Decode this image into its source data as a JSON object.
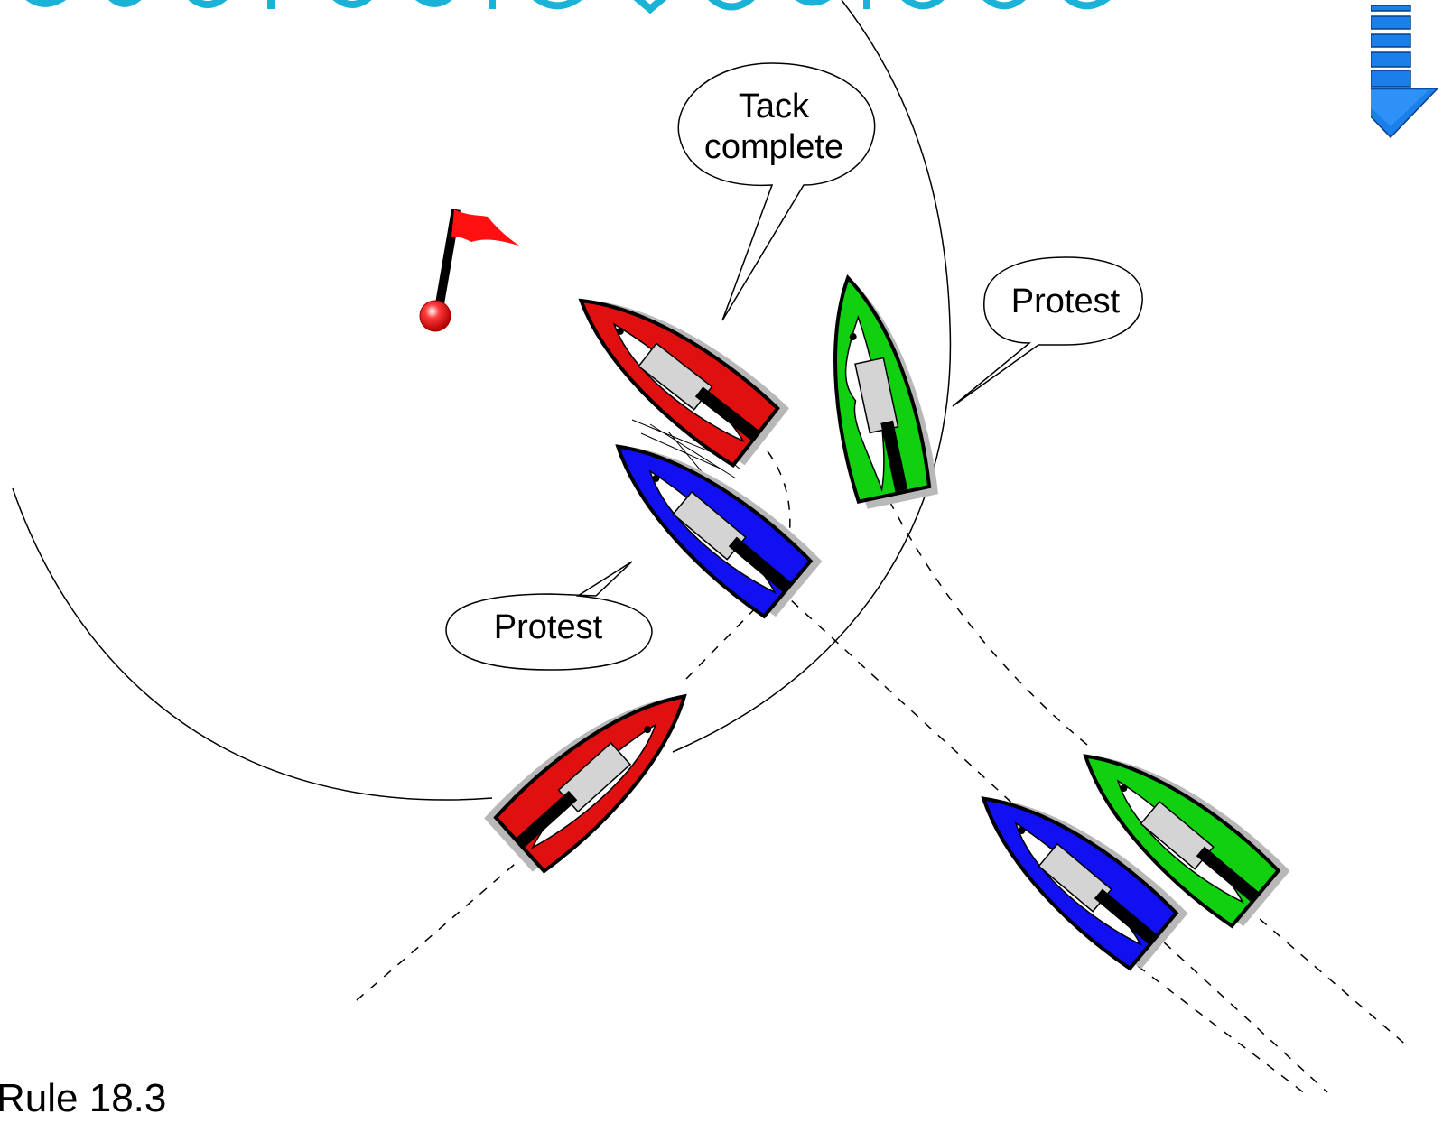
{
  "rule_label": "Rule 18.3",
  "bubbles": {
    "tack_line1": "Tack",
    "tack_line2": "complete",
    "protest_right": "Protest",
    "protest_left": "Protest"
  },
  "colors": {
    "red": "#e01010",
    "blue": "#1010f0",
    "green": "#10d010",
    "title_cyan": "#1ab2d6",
    "arrow_blue": "#1a7fe8"
  },
  "icons": {
    "mark": "red-flag-mark-icon",
    "nav": "scroll-down-arrow-icon"
  }
}
